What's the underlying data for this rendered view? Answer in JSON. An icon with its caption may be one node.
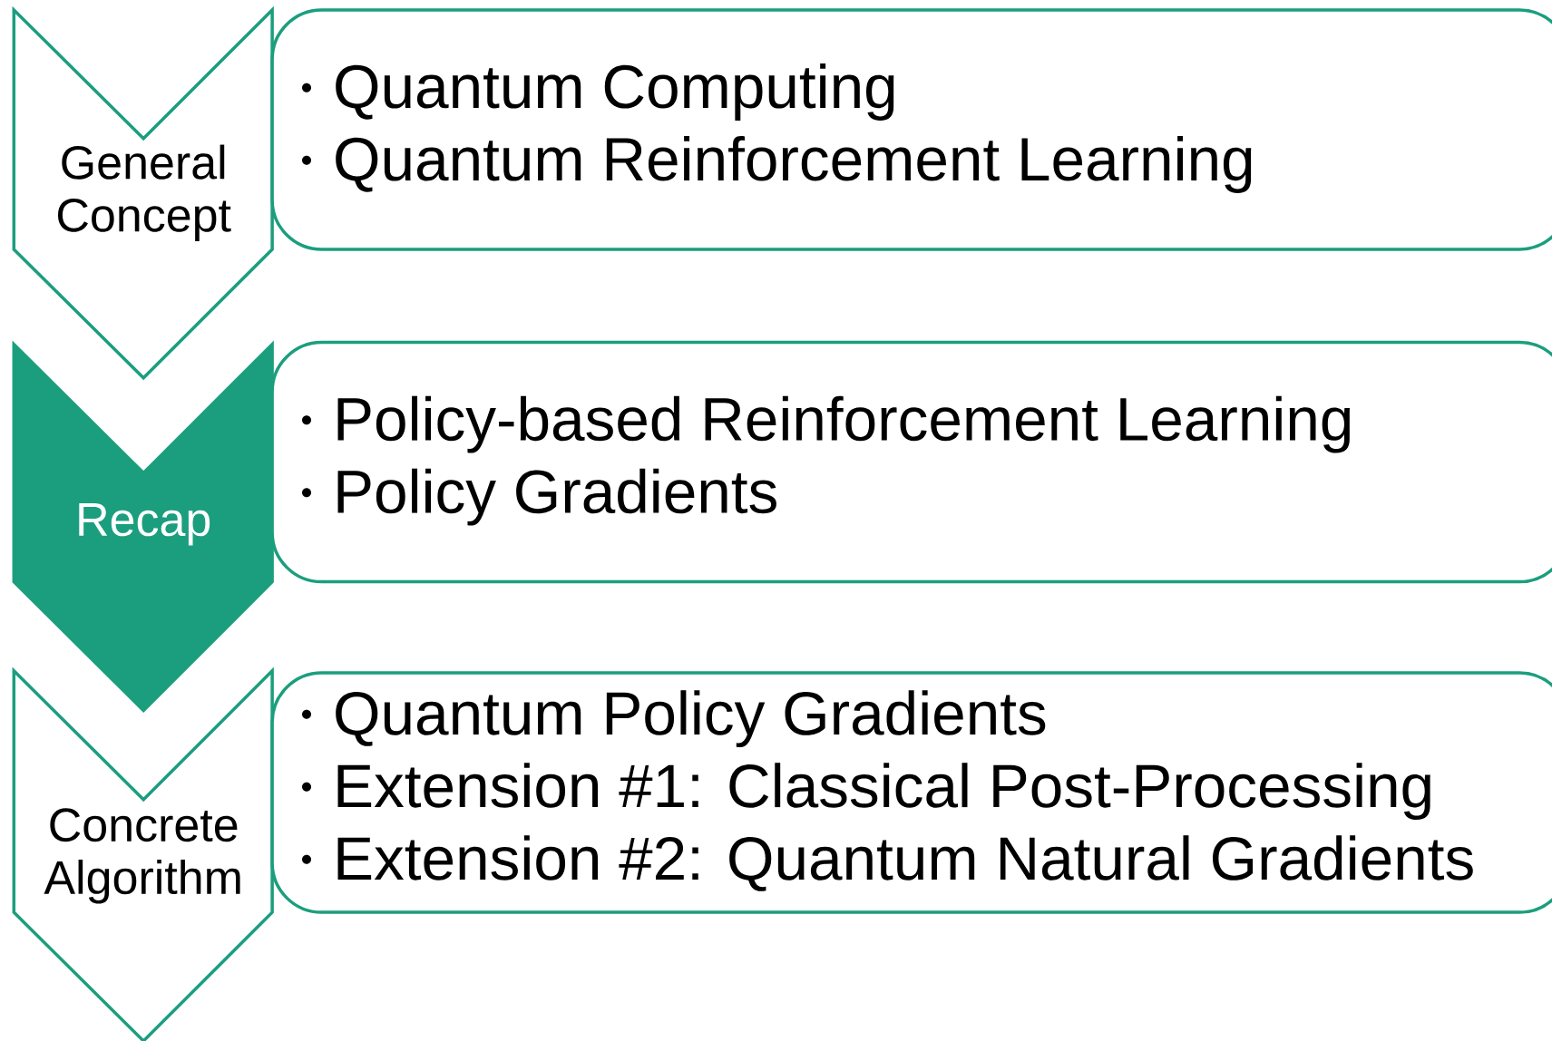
{
  "diagram": {
    "nodes": [
      {
        "text": [
          "General Concept"
        ]
      },
      {
        "text": [
          "Quantum Computing",
          "Quantum Reinforcement Learning"
        ]
      },
      {
        "text": [
          "Recap"
        ]
      },
      {
        "text": [
          "Policy-based Reinforcement Learning",
          "Policy Gradients"
        ]
      },
      {
        "text": [
          "Concrete Algorithm"
        ]
      },
      {
        "text": [
          "Quantum Policy Gradients",
          "Extension #1: Classical Post-Processing",
          "Extension #2: Quantum Natural Gradients"
        ]
      }
    ]
  }
}
